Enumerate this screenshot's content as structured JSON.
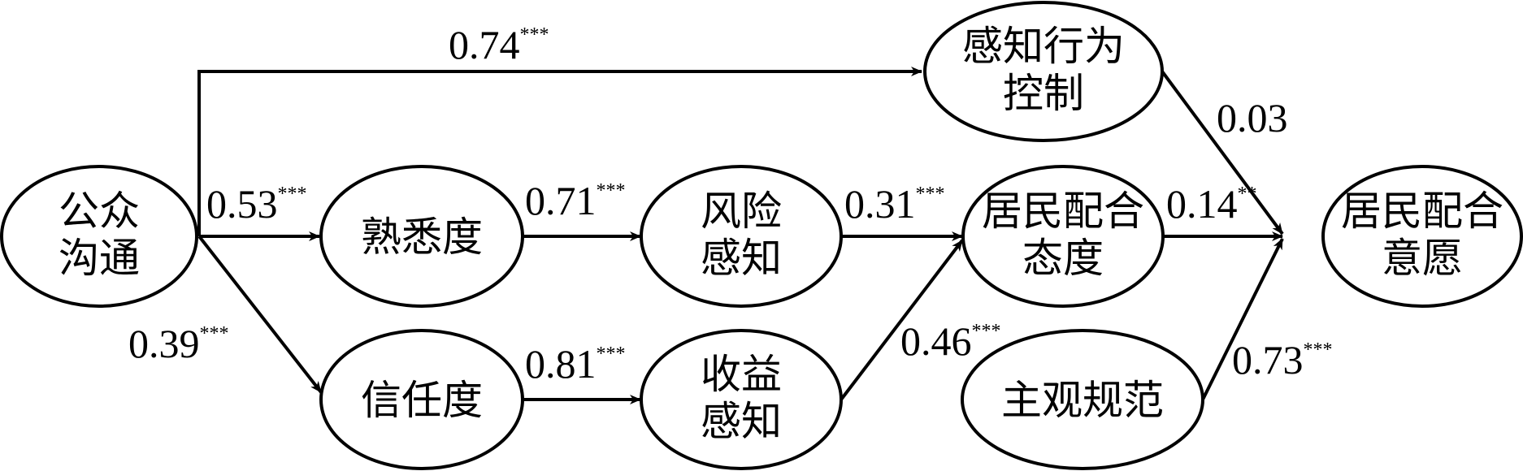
{
  "nodes": {
    "public_comm": {
      "lines": [
        "公众",
        "沟通"
      ]
    },
    "familiarity": {
      "lines": [
        "熟悉度"
      ]
    },
    "trust": {
      "lines": [
        "信任度"
      ]
    },
    "risk": {
      "lines": [
        "风险",
        "感知"
      ]
    },
    "benefit": {
      "lines": [
        "收益",
        "感知"
      ]
    },
    "pbc": {
      "lines": [
        "感知行为",
        "控制"
      ]
    },
    "attitude": {
      "lines": [
        "居民配合",
        "态度"
      ]
    },
    "norm": {
      "lines": [
        "主观规范"
      ]
    },
    "intention": {
      "lines": [
        "居民配合",
        "意愿"
      ]
    }
  },
  "paths": [
    {
      "from": "public_comm",
      "to": "pbc",
      "coef": "0.74",
      "sig": "***"
    },
    {
      "from": "public_comm",
      "to": "familiarity",
      "coef": "0.53",
      "sig": "***"
    },
    {
      "from": "public_comm",
      "to": "trust",
      "coef": "0.39",
      "sig": "***"
    },
    {
      "from": "familiarity",
      "to": "risk",
      "coef": "0.71",
      "sig": "***"
    },
    {
      "from": "trust",
      "to": "benefit",
      "coef": "0.81",
      "sig": "***"
    },
    {
      "from": "risk",
      "to": "attitude",
      "coef": "0.31",
      "sig": "***"
    },
    {
      "from": "benefit",
      "to": "attitude",
      "coef": "0.46",
      "sig": "***"
    },
    {
      "from": "pbc",
      "to": "intention",
      "coef": "0.03",
      "sig": ""
    },
    {
      "from": "attitude",
      "to": "intention",
      "coef": "0.14",
      "sig": "**"
    },
    {
      "from": "norm",
      "to": "intention",
      "coef": "0.73",
      "sig": "***"
    }
  ]
}
